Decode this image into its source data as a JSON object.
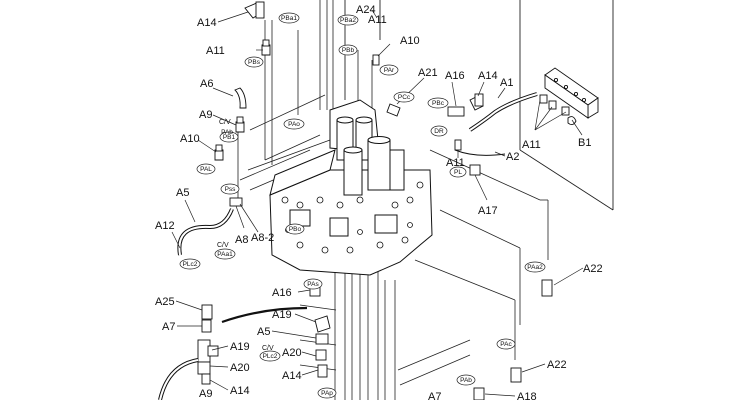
{
  "callouts": {
    "A14_top": "A14",
    "A24": "A24",
    "A11_top": "A11",
    "A11_left": "A11",
    "A10_top": "A10",
    "A6": "A6",
    "A21": "A21",
    "A16_top": "A16",
    "A14_right": "A14",
    "A1": "A1",
    "A9_left": "A9",
    "CV_upper": "C/V",
    "A10_left": "A10",
    "A11_right": "A11",
    "B1": "B1",
    "A11_mid": "A11",
    "A2": "A2",
    "A5_left": "A5",
    "A17": "A17",
    "A12": "A12",
    "CV_mid": "C/V",
    "A8": "A8",
    "A8_2": "A8-2",
    "A22_top": "A22",
    "A16_mid": "A16",
    "A25": "A25",
    "A19_mid": "A19",
    "A7_left": "A7",
    "A5_mid": "A5",
    "CV_low": "C/V",
    "A20_mid": "A20",
    "A19_left": "A19",
    "A20_left": "A20",
    "A14_mid": "A14",
    "A14_left": "A14",
    "A9_bottom": "A9",
    "A22_bottom": "A22",
    "A7_bottom": "A7",
    "A18": "A18"
  },
  "ports": {
    "PBa1": "PBa1",
    "PBa2": "PBa2",
    "PBb": "PBb",
    "PBs": "PBs",
    "PAr": "PAr",
    "PCc": "PCc",
    "PBc": "PBc",
    "PB1": "PB1",
    "PAb": "PAb",
    "PAo": "PAo",
    "DR": "DR",
    "PAL": "PAL",
    "PL": "PL",
    "Pss": "Pss",
    "PBo": "PBo",
    "PAa1": "PAa1",
    "PLc2_left": "PLc2",
    "PAa2": "PAa2",
    "PAs": "PAs",
    "PLc2_mid": "PLc2",
    "PAc": "PAc",
    "PAb_low": "PAb",
    "PAp": "PAp"
  }
}
